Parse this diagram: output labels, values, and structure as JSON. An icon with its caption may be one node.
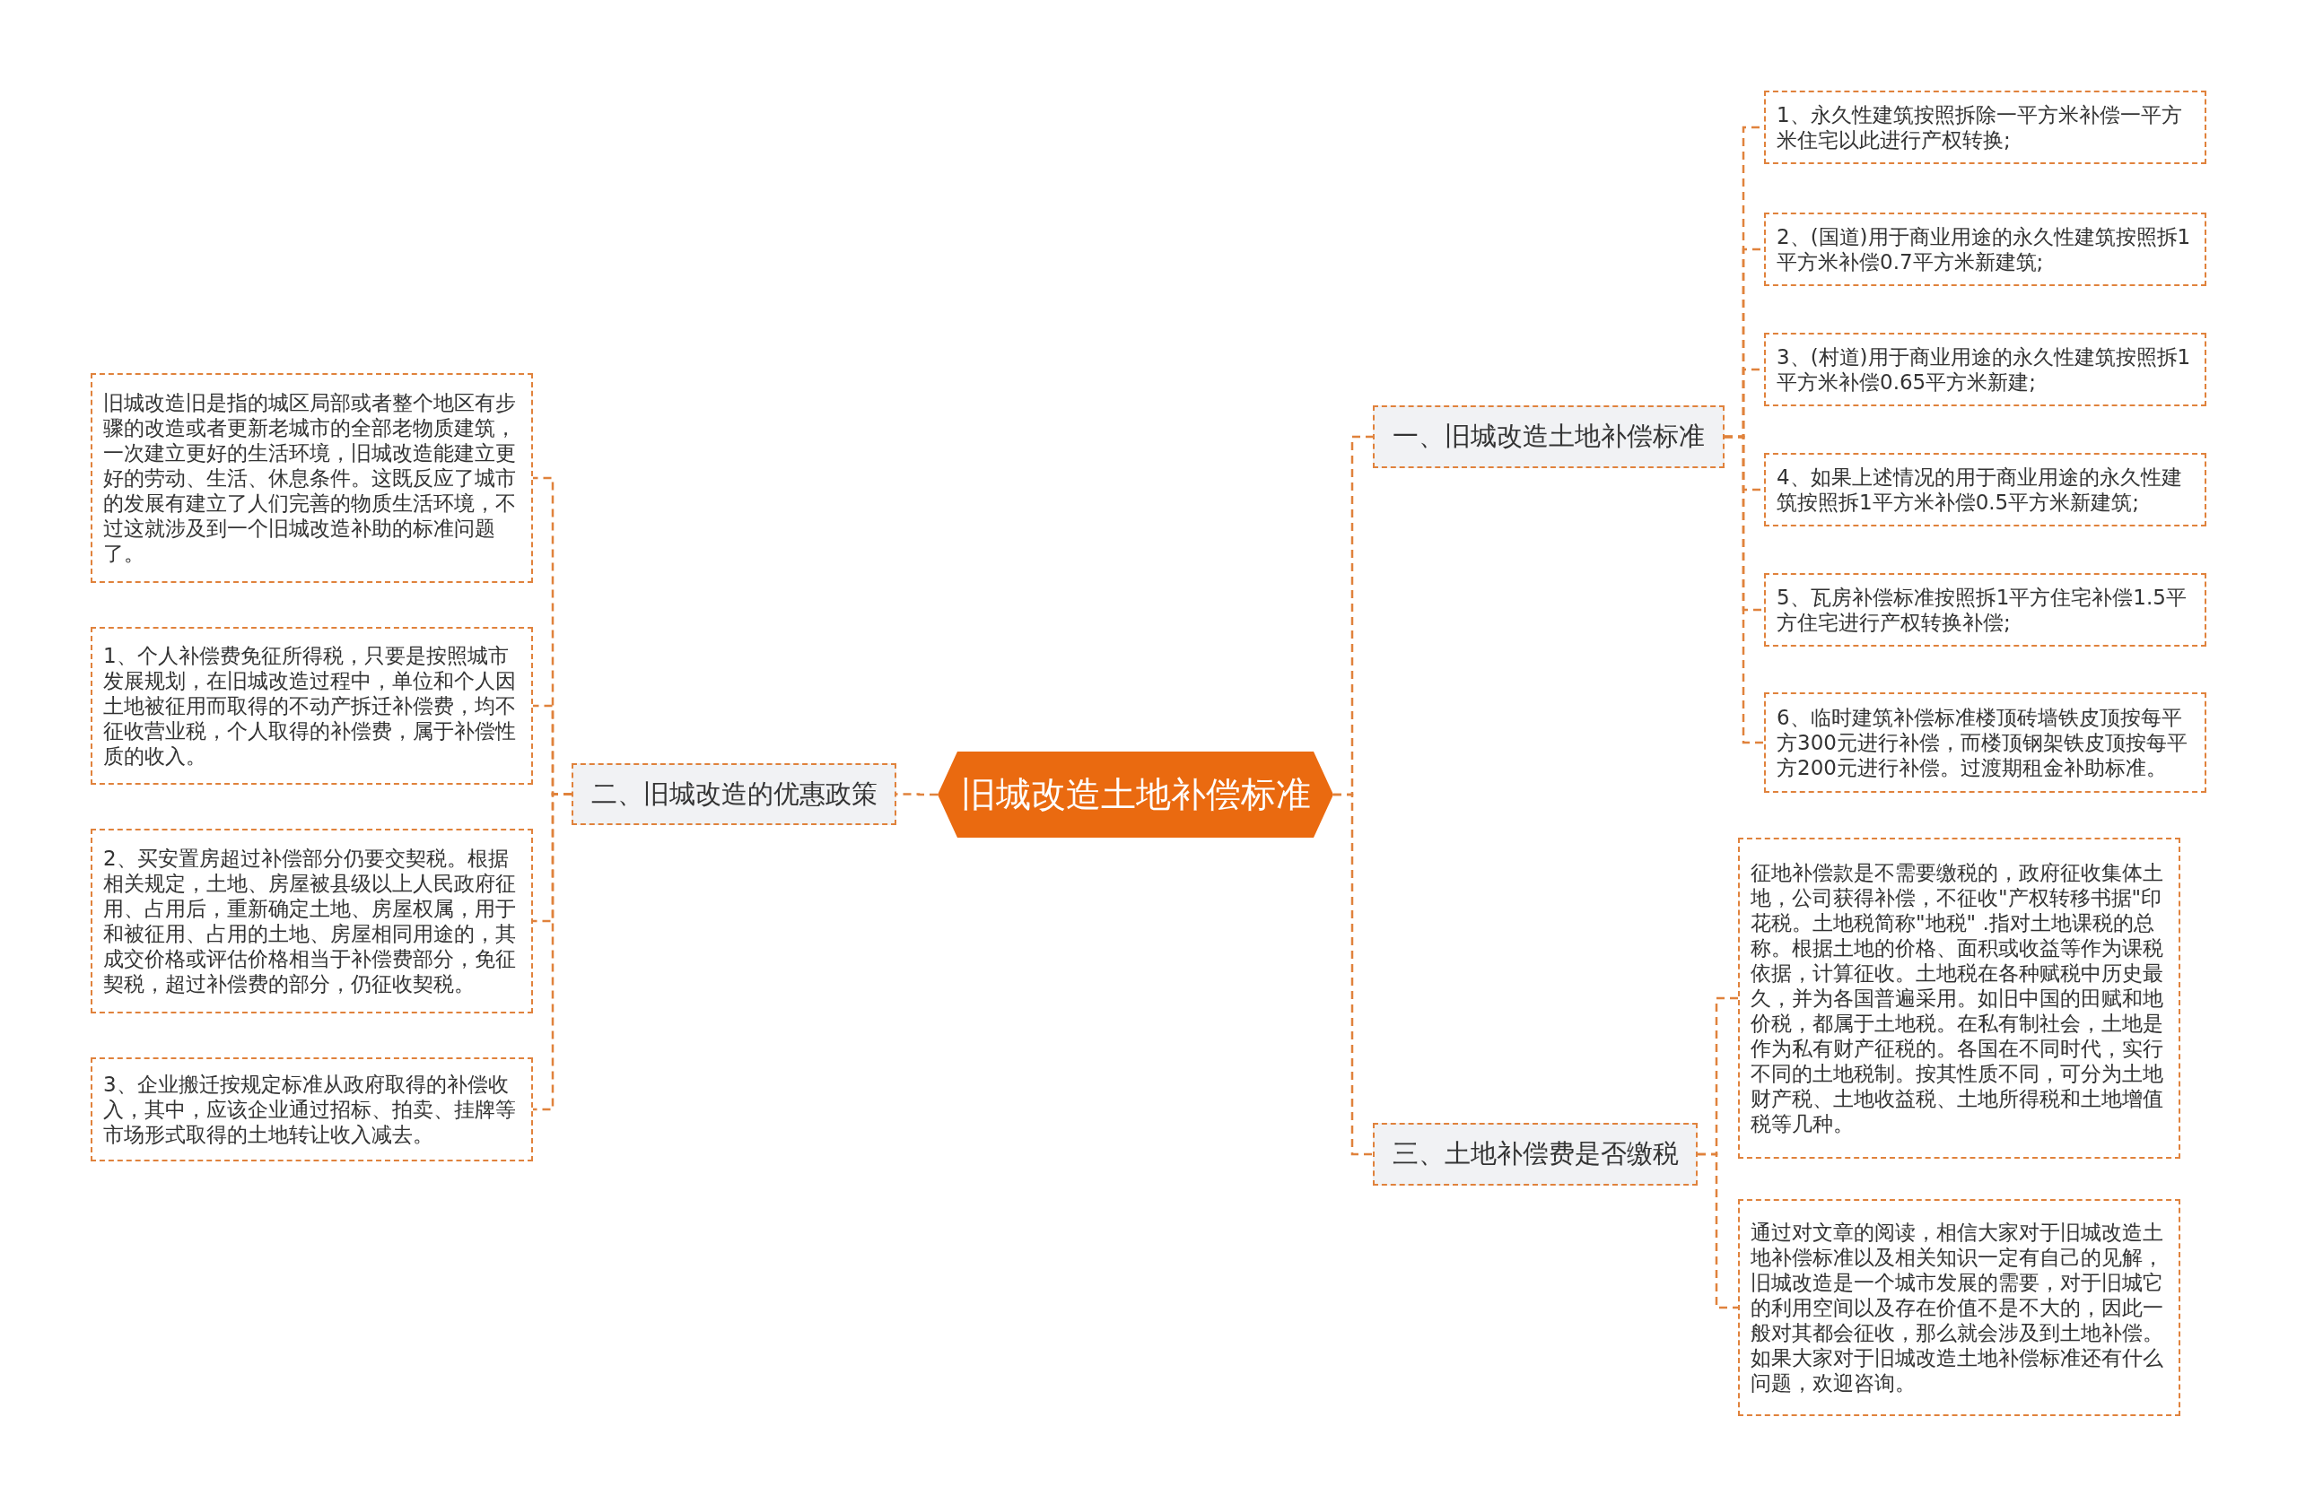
{
  "diagram": {
    "nodes": [
      {
        "text": [
          "旧城改造土地补偿标准"
        ]
      },
      {
        "text": [
          "一、旧城改造土地补偿标准"
        ]
      },
      {
        "text": [
          "1、永久性建筑按照拆除一平方米补偿一平方米住宅以此进行产权转换;"
        ]
      },
      {
        "text": [
          "2、(国道)用于商业用途的永久性建筑按照拆1平方米补偿0.7平方米新建筑;"
        ]
      },
      {
        "text": [
          "3、(村道)用于商业用途的永久性建筑按照拆1平方米补偿0.65平方米新建;"
        ]
      },
      {
        "text": [
          "4、如果上述情况的用于商业用途的永久性建筑按照拆1平方米补偿0.5平方米新建筑;"
        ]
      },
      {
        "text": [
          "5、瓦房补偿标准按照拆1平方住宅补偿1.5平方住宅进行产权转换补偿;"
        ]
      },
      {
        "text": [
          "6、临时建筑补偿标准楼顶砖墙铁皮顶按每平方300元进行补偿，而楼顶钢架铁皮顶按每平方200元进行补偿。过渡期租金补助标准。"
        ]
      },
      {
        "text": [
          "二、旧城改造的优惠政策"
        ]
      },
      {
        "text": [
          "旧城改造旧是指的城区局部或者整个地区有步骤的改造或者更新老城市的全部老物质建筑，一次建立更好的生活环境，旧城改造能建立更好的劳动、生活、休息条件。这既反应了城市的发展有建立了人们完善的物质生活环境，不过这就涉及到一个旧城改造补助的标准问题了。"
        ]
      },
      {
        "text": [
          "1、个人补偿费免征所得税，只要是按照城市发展规划，在旧城改造过程中，单位和个人因土地被征用而取得的不动产拆迁补偿费，均不征收营业税，个人取得的补偿费，属于补偿性质的收入。"
        ]
      },
      {
        "text": [
          "2、买安置房超过补偿部分仍要交契税。根据相关规定，土地、房屋被县级以上人民政府征用、占用后，重新确定土地、房屋权属，用于和被征用、占用的土地、房屋相同用途的，其成交价格或评估价格相当于补偿费部分，免征契税，超过补偿费的部分，仍征收契税。"
        ]
      },
      {
        "text": [
          "3、企业搬迁按规定标准从政府取得的补偿收入，其中，应该企业通过招标、拍卖、挂牌等市场形式取得的土地转让收入减去。"
        ]
      },
      {
        "text": [
          "三、土地补偿费是否缴税"
        ]
      },
      {
        "text": [
          "征地补偿款是不需要缴税的，政府征收集体土地，公司获得补偿，不征收\"产权转移书据\"印花税。土地税简称\"地税\" .指对土地课税的总称。根据土地的价格、面积或收益等作为课税依据，计算征收。土地税在各种赋税中历史最久，并为各国普遍采用。如旧中国的田赋和地价税，都属于土地税。在私有制社会，土地是作为私有财产征税的。各国在不同时代，实行不同的土地税制。按其性质不同，可分为土地财产税、土地收益税、土地所得税和土地增值税等几种。"
        ]
      },
      {
        "text": [
          "通过对文章的阅读，相信大家对于旧城改造土地补偿标准以及相关知识一定有自己的见解，旧城改造是一个城市发展的需要，对于旧城它的利用空间以及存在价值不是不大的，因此一般对其都会征收，那么就会涉及到土地补偿。如果大家对于旧城改造土地补偿标准还有什么问题，欢迎咨询。"
        ]
      }
    ],
    "edges": [
      {
        "from": 0,
        "to": 1,
        "arrow": "none",
        "style": "dashed"
      },
      {
        "from": 1,
        "to": 2,
        "arrow": "none",
        "style": "dashed"
      },
      {
        "from": 1,
        "to": 3,
        "arrow": "none",
        "style": "dashed"
      },
      {
        "from": 1,
        "to": 4,
        "arrow": "none",
        "style": "dashed"
      },
      {
        "from": 1,
        "to": 5,
        "arrow": "none",
        "style": "dashed"
      },
      {
        "from": 1,
        "to": 6,
        "arrow": "none",
        "style": "dashed"
      },
      {
        "from": 1,
        "to": 7,
        "arrow": "none",
        "style": "dashed"
      },
      {
        "from": 0,
        "to": 8,
        "arrow": "none",
        "style": "dashed"
      },
      {
        "from": 8,
        "to": 9,
        "arrow": "none",
        "style": "dashed"
      },
      {
        "from": 8,
        "to": 10,
        "arrow": "none",
        "style": "dashed"
      },
      {
        "from": 8,
        "to": 11,
        "arrow": "none",
        "style": "dashed"
      },
      {
        "from": 8,
        "to": 12,
        "arrow": "none",
        "style": "dashed"
      },
      {
        "from": 0,
        "to": 13,
        "arrow": "none",
        "style": "dashed"
      },
      {
        "from": 13,
        "to": 14,
        "arrow": "none",
        "style": "dashed"
      },
      {
        "from": 13,
        "to": 15,
        "arrow": "none",
        "style": "dashed"
      }
    ]
  }
}
